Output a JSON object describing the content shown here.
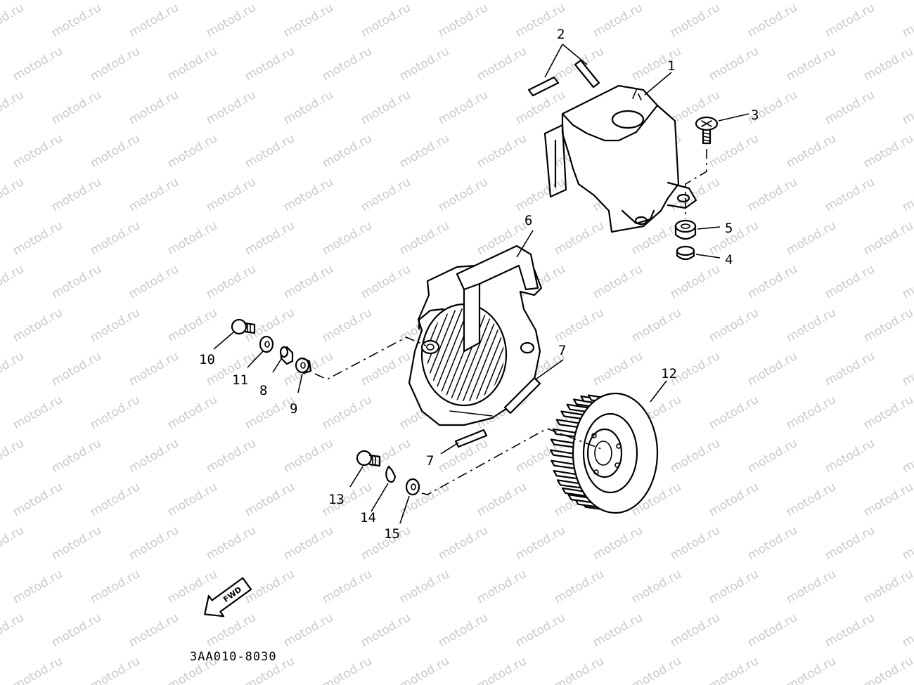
{
  "watermark": "motod.ru",
  "diagram_code": "3AA010-8030",
  "direction_label": "FWD",
  "callouts": [
    {
      "id": "1",
      "label": "1"
    },
    {
      "id": "2",
      "label": "2"
    },
    {
      "id": "3",
      "label": "3"
    },
    {
      "id": "4",
      "label": "4"
    },
    {
      "id": "5",
      "label": "5"
    },
    {
      "id": "6",
      "label": "6"
    },
    {
      "id": "7a",
      "label": "7"
    },
    {
      "id": "7b",
      "label": "7"
    },
    {
      "id": "8",
      "label": "8"
    },
    {
      "id": "9",
      "label": "9"
    },
    {
      "id": "10",
      "label": "10"
    },
    {
      "id": "11",
      "label": "11"
    },
    {
      "id": "12",
      "label": "12"
    },
    {
      "id": "13",
      "label": "13"
    },
    {
      "id": "14",
      "label": "14"
    },
    {
      "id": "15",
      "label": "15"
    }
  ]
}
